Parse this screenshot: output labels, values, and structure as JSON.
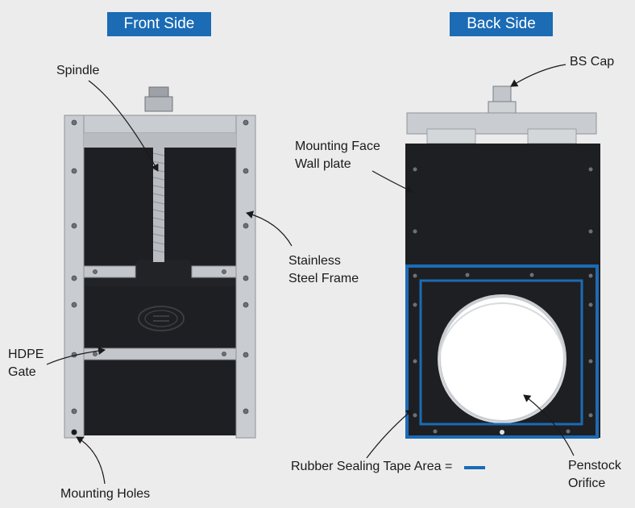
{
  "titles": {
    "front": "Front Side",
    "back": "Back Side"
  },
  "labels": {
    "spindle": "Spindle",
    "stainless_line1": "Stainless",
    "stainless_line2": "Steel Frame",
    "hdpe_line1": "HDPE",
    "hdpe_line2": "Gate",
    "mounting_holes": "Mounting Holes",
    "bs_cap": "BS Cap",
    "mounting_face_line1": "Mounting Face",
    "mounting_face_line2": "Wall plate",
    "rubber_tape": "Rubber Sealing Tape Area =",
    "penstock_line1": "Penstock",
    "penstock_line2": "Orifice"
  },
  "colors": {
    "accent": "#1b6bb5",
    "hdpe": "#1e1f22",
    "steel": "#c9ccd0",
    "background": "#ececed"
  },
  "icons": {
    "gate_logo": "gate-logo-icon"
  }
}
